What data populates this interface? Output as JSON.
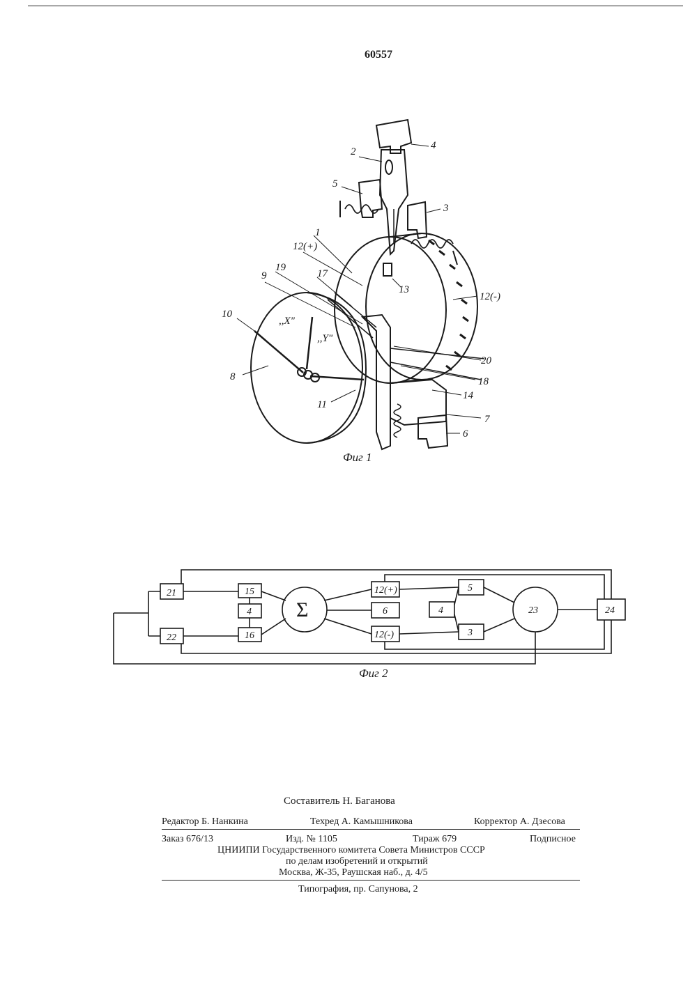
{
  "header": {
    "patent_number": "60557"
  },
  "figure1": {
    "caption": "Фиг 1",
    "labels": {
      "l1": "1",
      "l2": "2",
      "l3": "3",
      "l4": "4",
      "l5": "5",
      "l6": "6",
      "l7": "7",
      "l8": "8",
      "l9": "9",
      "l10": "10",
      "l11": "11",
      "l12p": "12(+)",
      "l12m": "12(-)",
      "l13": "13",
      "l14": "14",
      "l17": "17",
      "l18": "18",
      "l19": "19",
      "l20": "20",
      "x_mark": ",,X\"",
      "y_mark": ",,Y\""
    }
  },
  "figure2": {
    "caption": "Фиг 2",
    "blocks": {
      "b21": "21",
      "b22": "22",
      "b15": "15",
      "b4a": "4",
      "b16": "16",
      "sum": "Σ",
      "b12p": "12(+)",
      "b6": "6",
      "b12m": "12(-)",
      "b5": "5",
      "b4b": "4",
      "b3": "3",
      "b23": "23",
      "b24": "24"
    }
  },
  "imprint": {
    "compiler": "Составитель Н. Баганова",
    "editor": "Редактор Б. Нанкина",
    "techred": "Техред А. Камышникова",
    "corrector": "Корректор А. Дзесова",
    "order": "Заказ 676/13",
    "issue": "Изд. № 1105",
    "circulation": "Тираж 679",
    "subscription": "Подписное",
    "org_line1": "ЦНИИПИ Государственного комитета Совета Министров СССР",
    "org_line2": "по делам изобретений и открытий",
    "org_line3": "Москва, Ж-35, Раушская наб., д. 4/5",
    "printer": "Типография, пр. Сапунова, 2"
  }
}
